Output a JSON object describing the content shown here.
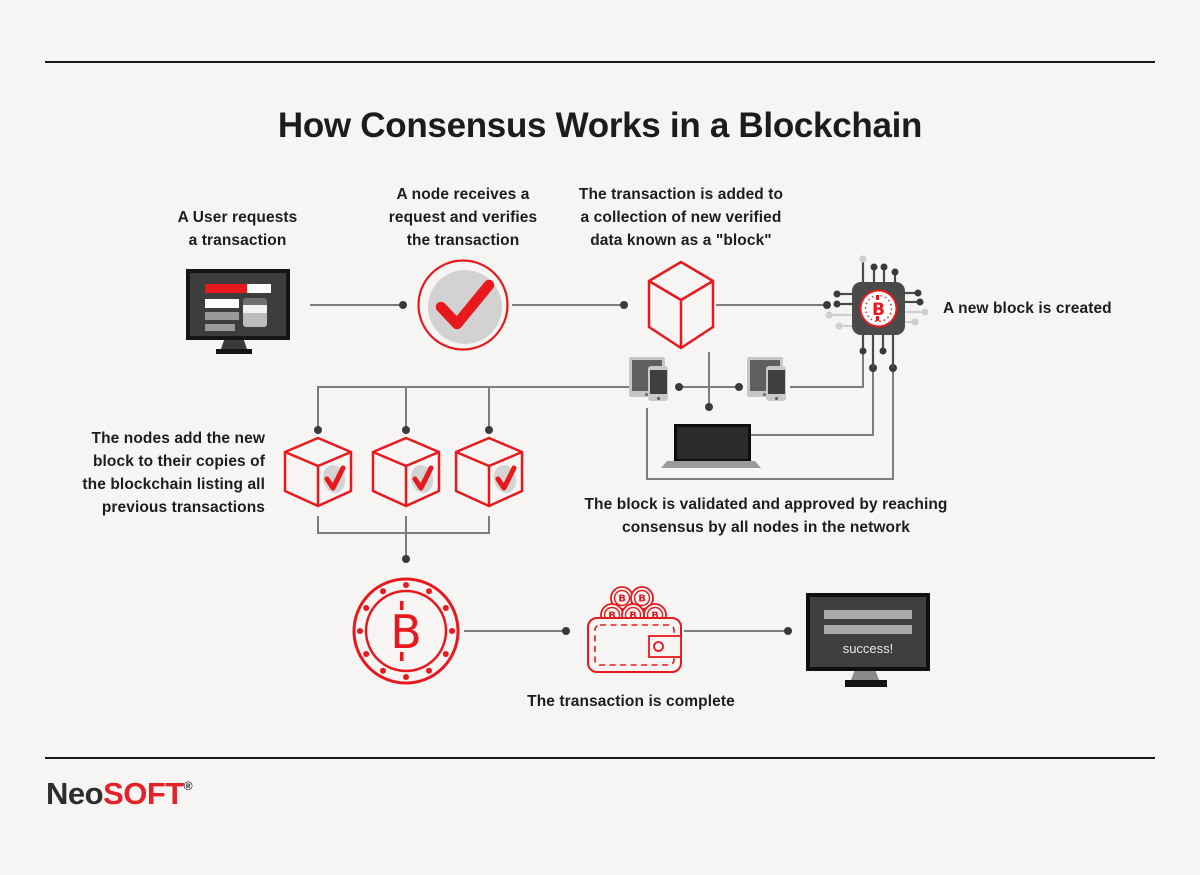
{
  "colors": {
    "background": "#f6f5f4",
    "accent_red": "#e8191d",
    "line_gray": "#7d7d7d",
    "dark_gray": "#3a3a3a",
    "text": "#1d1d1d"
  },
  "title": "How Consensus Works in a Blockchain",
  "labels": {
    "user_request": "A User requests\na transaction",
    "node_receives": "A node receives a\nrequest and verifies\nthe transaction",
    "tx_added": "The transaction is added to\na collection of new verified\ndata known as a \"block\"",
    "new_block": "A new block is created",
    "nodes_add": "The nodes add the new\nblock to their copies of\nthe blockchain listing all\nprevious transactions",
    "validated": "The block is validated and approved by reaching\nconsensus by all nodes in the network",
    "complete": "The transaction is complete"
  },
  "icons": {
    "bitcoin_b": "B",
    "success_text": "success!"
  },
  "logo": {
    "neo": "Neo",
    "soft": "SOFT",
    "reg": "®"
  }
}
